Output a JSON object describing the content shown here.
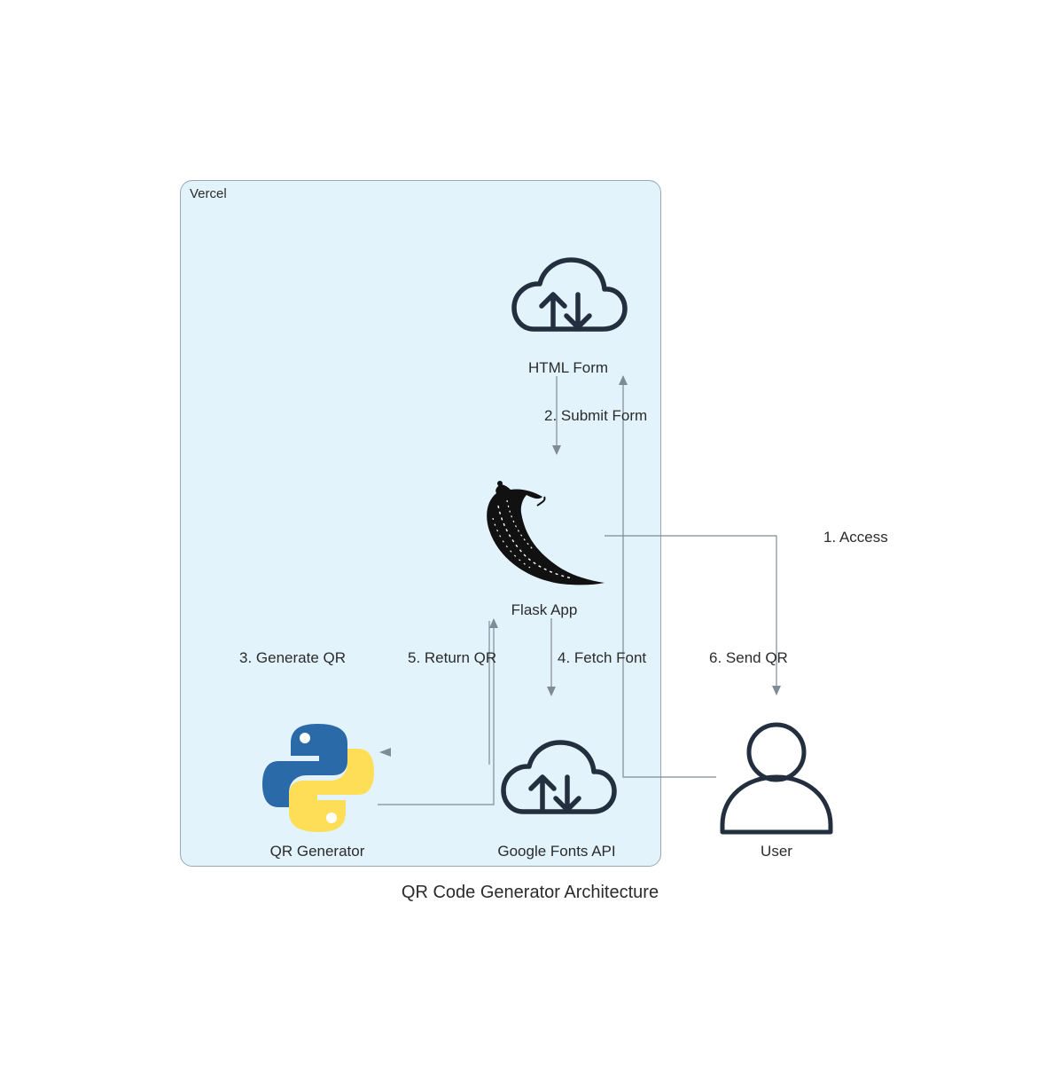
{
  "diagram": {
    "title": "QR Code Generator Architecture",
    "cluster": {
      "label": "Vercel"
    },
    "nodes": {
      "html_form": {
        "label": "HTML Form",
        "icon": "cloud-upload-download-icon"
      },
      "flask_app": {
        "label": "Flask App",
        "icon": "flask-horn-icon"
      },
      "qr_generator": {
        "label": "QR Generator",
        "icon": "python-logo-icon"
      },
      "google_fonts": {
        "label": "Google Fonts API",
        "icon": "cloud-upload-download-icon"
      },
      "user": {
        "label": "User",
        "icon": "user-icon"
      }
    },
    "edges": {
      "access": "1. Access",
      "submit_form": "2. Submit Form",
      "generate_qr": "3. Generate QR",
      "fetch_font": "4. Fetch Font",
      "return_qr": "5. Return QR",
      "send_qr": "6. Send QR"
    },
    "colors": {
      "cluster_fill": "#e3f3fb",
      "cluster_border": "#9aa6b2",
      "edge": "#7f8b96",
      "icon_dark": "#232f3e",
      "python_blue": "#2b6aa8",
      "python_yellow": "#ffde57"
    }
  }
}
